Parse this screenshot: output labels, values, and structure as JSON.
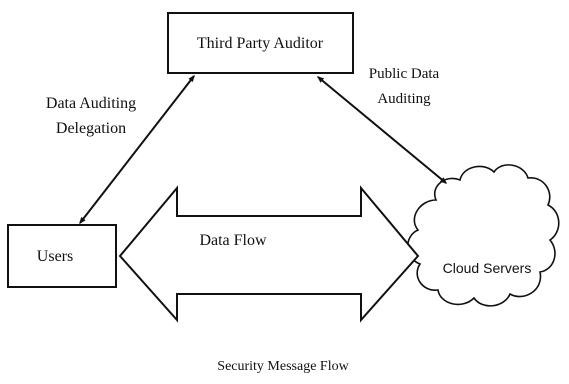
{
  "nodes": {
    "tpa": {
      "label": "Third Party Auditor"
    },
    "users": {
      "label": "Users"
    },
    "cloud": {
      "label": "Cloud Servers"
    }
  },
  "edges": {
    "delegation": {
      "line1": "Data Auditing",
      "line2": "Delegation"
    },
    "public": {
      "line1": "Public Data",
      "line2": "Auditing"
    },
    "dataflow": {
      "label": "Data Flow"
    }
  },
  "caption": "Security Message Flow"
}
